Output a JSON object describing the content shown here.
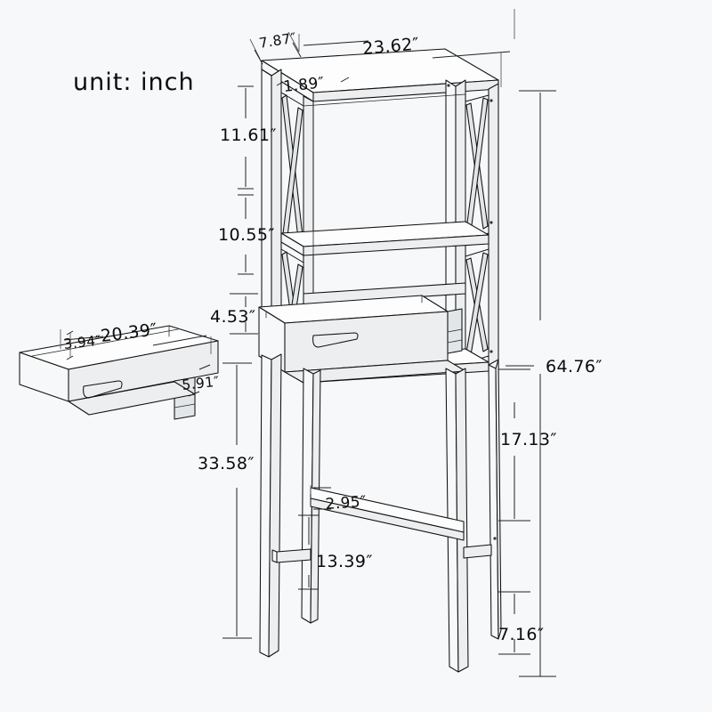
{
  "note": {
    "text": "unit:  inch"
  },
  "drawing": {
    "title": "Over-the-toilet storage rack dimension drawing",
    "units": "inch",
    "background_color": "#f6f8f9",
    "line_color": "#111111"
  },
  "dimensions": {
    "top_depth": "7.87″",
    "top_width": "23.62″",
    "top_shelf_lip": "1.89″",
    "shelf_gap_upper": "11.61″",
    "shelf_gap_lower": "10.55″",
    "drawer_zone": "4.53″",
    "overall_height": "64.76″",
    "lower_open_height": "17.13″",
    "leg_height": "33.58″",
    "stretcher_width": "2.95″",
    "leg_stretcher_height": "13.39″",
    "foot_height": "7.16″",
    "drawer_width": "20.39″",
    "drawer_height": "3.94″",
    "drawer_depth": "5.91″"
  },
  "parts": {
    "main_unit": "shelf-rack-assembly",
    "drawer_detail": "drawer-part-detail",
    "side_panel": "x-brace-side-panel",
    "drawer_handle": "recessed-drawer-pull"
  }
}
